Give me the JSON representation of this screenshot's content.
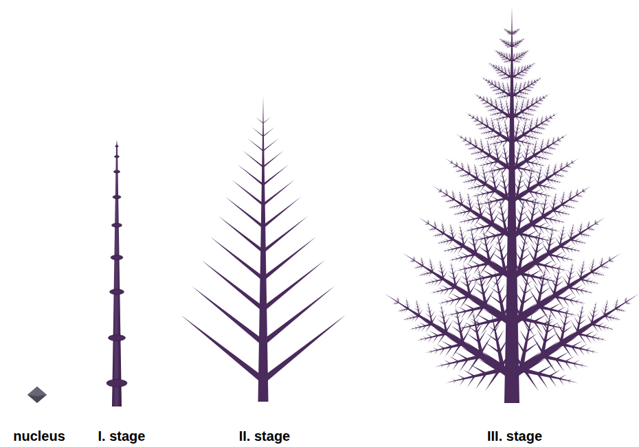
{
  "diagram": {
    "labels": [
      "nucleus",
      "I. stage",
      "II. stage",
      "III. stage"
    ]
  }
}
